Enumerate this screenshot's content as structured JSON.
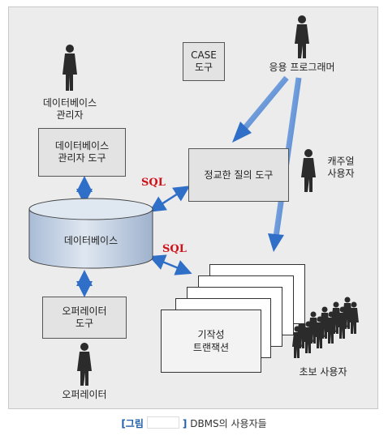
{
  "diagram": {
    "case_tool": [
      "CASE",
      "도구"
    ],
    "app_programmer": "응용 프로그래머",
    "dba": [
      "데이터베이스",
      "관리자"
    ],
    "dba_tool": [
      "데이터베이스",
      "관리자 도구"
    ],
    "query_tool": "정교한 질의 도구",
    "casual_user": [
      "캐주얼",
      "사용자"
    ],
    "database": "데이터베이스",
    "sql_upper": "SQL",
    "sql_lower": "SQL",
    "operator_tool": [
      "오퍼레이터",
      "도구"
    ],
    "operator": "오퍼레이터",
    "canned_tx": [
      "기작성",
      "트랜잭션"
    ],
    "naive_users": "초보 사용자"
  },
  "caption": {
    "open": "[그림",
    "close": "]",
    "text": "DBMS의 사용자들"
  },
  "colors": {
    "arrow_blue": "#2f6fc8",
    "sql_red": "#d0121b",
    "figure": "#2b2b2b"
  }
}
